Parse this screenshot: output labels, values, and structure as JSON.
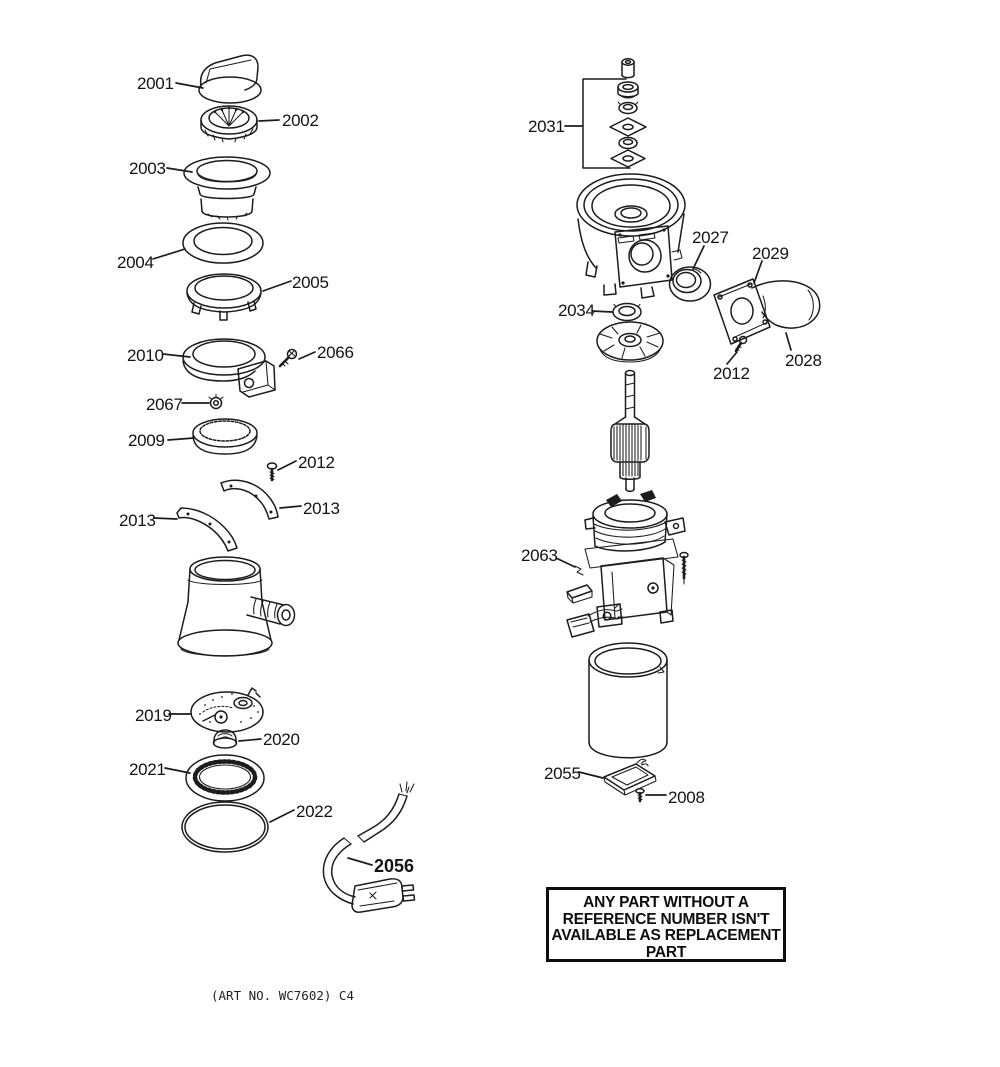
{
  "figure": {
    "ink_color": "#1c1c1c",
    "background_color": "#ffffff",
    "labels": [
      {
        "text": "2001"
      },
      {
        "text": "2002"
      },
      {
        "text": "2003"
      },
      {
        "text": "2004"
      },
      {
        "text": "2005"
      },
      {
        "text": "2010"
      },
      {
        "text": "2066"
      },
      {
        "text": "2067"
      },
      {
        "text": "2009"
      },
      {
        "text": "2012"
      },
      {
        "text": "2013"
      },
      {
        "text": "2013"
      },
      {
        "text": "2019"
      },
      {
        "text": "2020"
      },
      {
        "text": "2021"
      },
      {
        "text": "2022"
      },
      {
        "text": "2056"
      },
      {
        "text": "2031"
      },
      {
        "text": "2027"
      },
      {
        "text": "2029"
      },
      {
        "text": "2034"
      },
      {
        "text": "2012"
      },
      {
        "text": "2028"
      },
      {
        "text": "2063"
      },
      {
        "text": "2055"
      },
      {
        "text": "2008"
      }
    ],
    "note": {
      "line1": "ANY PART WITHOUT A",
      "line2": "REFERENCE NUMBER ISN'T",
      "line3": "AVAILABLE AS REPLACEMENT",
      "line4": "PART"
    },
    "footer": "(ART NO. WC7602) C4"
  }
}
